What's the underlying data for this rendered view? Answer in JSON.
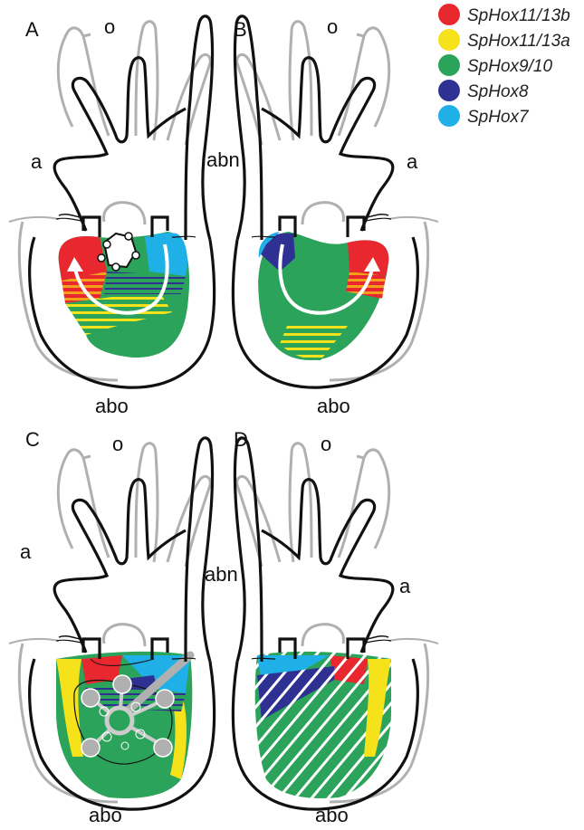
{
  "panels": [
    {
      "id": "A",
      "labels": {
        "o": "o",
        "a": "a",
        "abn": "abn",
        "abo": "abo"
      }
    },
    {
      "id": "B",
      "labels": {
        "o": "o",
        "a": "a",
        "abo": "abo"
      }
    },
    {
      "id": "C",
      "labels": {
        "o": "o",
        "a": "a",
        "abn": "abn",
        "abo": "abo"
      }
    },
    {
      "id": "D",
      "labels": {
        "o": "o",
        "a": "a",
        "abo": "abo"
      }
    }
  ],
  "legend": [
    {
      "label": "SpHox11/13b",
      "color": "#e8282e"
    },
    {
      "label": "SpHox11/13a",
      "color": "#f5e21a"
    },
    {
      "label": "SpHox9/10",
      "color": "#2ba35a"
    },
    {
      "label": "SpHox8",
      "color": "#2e3192"
    },
    {
      "label": "SpHox7",
      "color": "#1fb0e8"
    }
  ],
  "colors": {
    "outline": "#111111",
    "larva_gray": "#b0b0b0",
    "arrow": "#ffffff"
  }
}
